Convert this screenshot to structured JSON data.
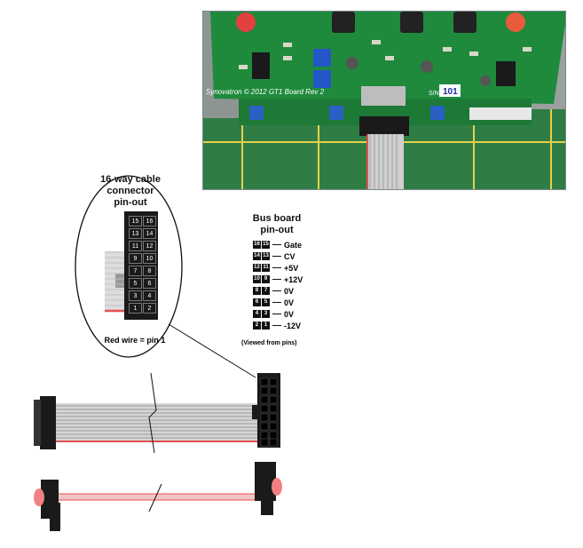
{
  "photo": {
    "board_text": "Synovatron © 2012  GT1 Board Rev 2",
    "serial_label": "S/N",
    "serial": "101"
  },
  "cable_connector": {
    "title_line1": "16-way cable",
    "title_line2": "connector",
    "title_line3": "pin-out",
    "pins": [
      [
        "15",
        "16"
      ],
      [
        "13",
        "14"
      ],
      [
        "11",
        "12"
      ],
      [
        "9",
        "10"
      ],
      [
        "7",
        "8"
      ],
      [
        "5",
        "6"
      ],
      [
        "3",
        "4"
      ],
      [
        "1",
        "2"
      ]
    ],
    "note": "Red wire = pin 1"
  },
  "bus_board": {
    "title_line1": "Bus board",
    "title_line2": "pin-out",
    "rows": [
      {
        "a": "16",
        "b": "15",
        "label": "Gate"
      },
      {
        "a": "14",
        "b": "13",
        "label": "CV"
      },
      {
        "a": "12",
        "b": "11",
        "label": "+5V"
      },
      {
        "a": "10",
        "b": "9",
        "label": "+12V"
      },
      {
        "a": "8",
        "b": "7",
        "label": "0V"
      },
      {
        "a": "6",
        "b": "5",
        "label": "0V"
      },
      {
        "a": "4",
        "b": "3",
        "label": "0V"
      },
      {
        "a": "2",
        "b": "1",
        "label": "-12V"
      }
    ],
    "footnote": "(Viewed from pins)"
  },
  "colors": {
    "pcb": "#1e7a3a",
    "mat": "#2e7a40",
    "grid": "#e6d24a",
    "wire_red": "#e05050",
    "wire_grey": "#b8b8b8"
  }
}
